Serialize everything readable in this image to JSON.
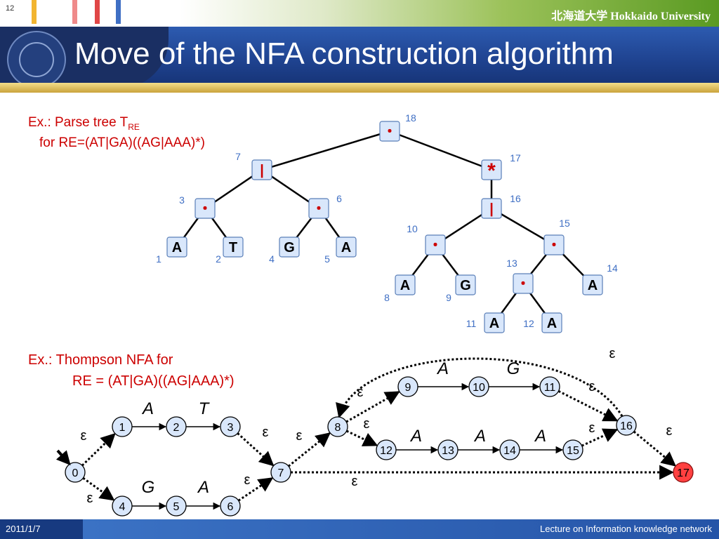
{
  "slide": {
    "number": "12",
    "university": "北海道大学 Hokkaido University",
    "title": "Move of the NFA construction algorithm",
    "footer_date": "2011/1/7",
    "footer_course": "Lecture on Information knowledge network"
  },
  "colors": {
    "accent_red": "#cc0000",
    "title_band": "#1f4390",
    "gold_rule": "#d9b85a",
    "node_fill": "#d9e7fb",
    "final_fill": "#ff4040"
  },
  "parse_tree": {
    "caption_main": "Ex.: Parse tree T",
    "caption_sub": "RE",
    "caption_line2": "for RE=(AT|GA)((AG|AAA)*)",
    "nodes": [
      {
        "id": "18",
        "label": "・",
        "num": "18"
      },
      {
        "id": "7",
        "label": "|",
        "num": "7"
      },
      {
        "id": "17",
        "label": "*",
        "num": "17"
      },
      {
        "id": "3",
        "label": "・",
        "num": "3"
      },
      {
        "id": "6",
        "label": "・",
        "num": "6"
      },
      {
        "id": "16",
        "label": "|",
        "num": "16"
      },
      {
        "id": "1",
        "label": "A",
        "num": "1"
      },
      {
        "id": "2",
        "label": "T",
        "num": "2"
      },
      {
        "id": "4",
        "label": "G",
        "num": "4"
      },
      {
        "id": "5",
        "label": "A",
        "num": "5"
      },
      {
        "id": "10",
        "label": "・",
        "num": "10"
      },
      {
        "id": "15",
        "label": "・",
        "num": "15"
      },
      {
        "id": "8",
        "label": "A",
        "num": "8"
      },
      {
        "id": "9",
        "label": "G",
        "num": "9"
      },
      {
        "id": "13",
        "label": "・",
        "num": "13"
      },
      {
        "id": "14",
        "label": "A",
        "num": "14"
      },
      {
        "id": "11",
        "label": "A",
        "num": "11"
      },
      {
        "id": "12",
        "label": "A",
        "num": "12"
      }
    ],
    "edges": [
      [
        "18",
        "7"
      ],
      [
        "18",
        "17"
      ],
      [
        "7",
        "3"
      ],
      [
        "7",
        "6"
      ],
      [
        "3",
        "1"
      ],
      [
        "3",
        "2"
      ],
      [
        "6",
        "4"
      ],
      [
        "6",
        "5"
      ],
      [
        "17",
        "16"
      ],
      [
        "16",
        "10"
      ],
      [
        "16",
        "15"
      ],
      [
        "10",
        "8"
      ],
      [
        "10",
        "9"
      ],
      [
        "15",
        "13"
      ],
      [
        "15",
        "14"
      ],
      [
        "13",
        "11"
      ],
      [
        "13",
        "12"
      ]
    ]
  },
  "nfa": {
    "caption_line1": "Ex.: Thompson NFA for",
    "caption_line2": "RE = (AT|GA)((AG|AAA)*)",
    "states": [
      "0",
      "1",
      "2",
      "3",
      "4",
      "5",
      "6",
      "7",
      "8",
      "9",
      "10",
      "11",
      "12",
      "13",
      "14",
      "15",
      "16",
      "17"
    ],
    "initial_state": "0",
    "final_state": "17",
    "transitions": [
      {
        "from": "0",
        "to": "1",
        "label": "ε"
      },
      {
        "from": "0",
        "to": "4",
        "label": "ε"
      },
      {
        "from": "1",
        "to": "2",
        "label": "A"
      },
      {
        "from": "2",
        "to": "3",
        "label": "T"
      },
      {
        "from": "4",
        "to": "5",
        "label": "G"
      },
      {
        "from": "5",
        "to": "6",
        "label": "A"
      },
      {
        "from": "3",
        "to": "7",
        "label": "ε"
      },
      {
        "from": "6",
        "to": "7",
        "label": "ε"
      },
      {
        "from": "7",
        "to": "8",
        "label": "ε"
      },
      {
        "from": "7",
        "to": "17",
        "label": "ε"
      },
      {
        "from": "8",
        "to": "9",
        "label": "ε"
      },
      {
        "from": "8",
        "to": "12",
        "label": "ε"
      },
      {
        "from": "9",
        "to": "10",
        "label": "A"
      },
      {
        "from": "10",
        "to": "11",
        "label": "G"
      },
      {
        "from": "12",
        "to": "13",
        "label": "A"
      },
      {
        "from": "13",
        "to": "14",
        "label": "A"
      },
      {
        "from": "14",
        "to": "15",
        "label": "A"
      },
      {
        "from": "11",
        "to": "16",
        "label": "ε"
      },
      {
        "from": "15",
        "to": "16",
        "label": "ε"
      },
      {
        "from": "16",
        "to": "8",
        "label": "ε"
      },
      {
        "from": "16",
        "to": "17",
        "label": "ε"
      }
    ]
  }
}
